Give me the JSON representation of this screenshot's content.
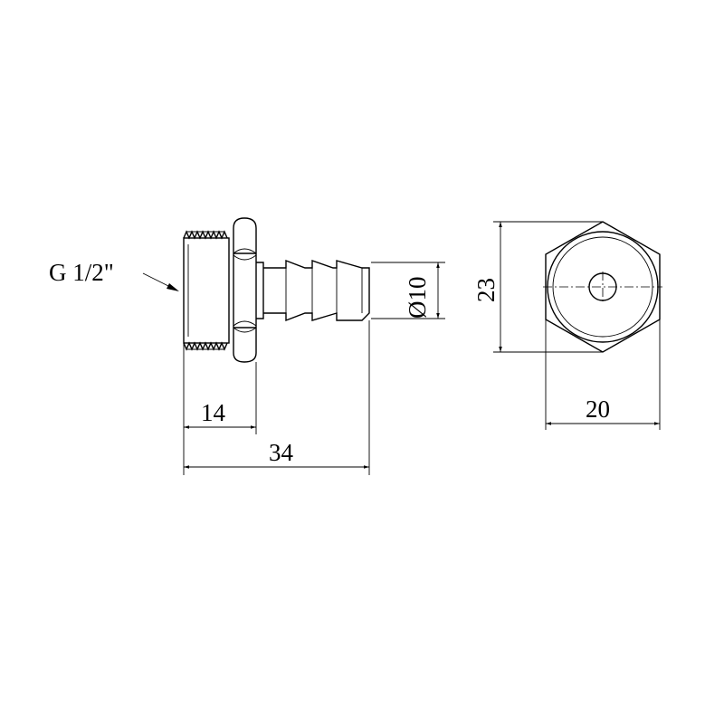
{
  "drawing": {
    "thread_label": "G 1/2\"",
    "dimensions": {
      "thread_length": "14",
      "total_length": "34",
      "barb_diameter": "Ø10",
      "hex_height": "23",
      "hex_width": "20"
    },
    "line_color": "#000000",
    "background": "#ffffff"
  }
}
